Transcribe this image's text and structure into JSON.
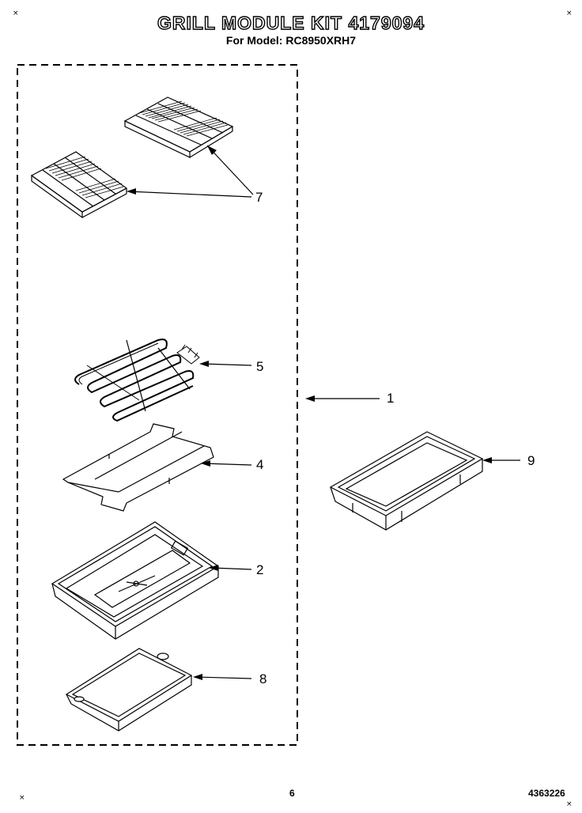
{
  "header": {
    "title": "GRILL MODULE KIT 4179094",
    "subtitle": "For Model: RC8950XRH7"
  },
  "corner_marks": {
    "top_left": "×",
    "top_right": "×",
    "bottom_left": "×",
    "bottom_right": "×"
  },
  "callouts": {
    "grates": "7",
    "element": "5",
    "module": "1",
    "reflector": "4",
    "pan_9": "9",
    "drip_pan": "2",
    "tray": "8"
  },
  "footer": {
    "page_number": "6",
    "doc_number": "4363226"
  }
}
